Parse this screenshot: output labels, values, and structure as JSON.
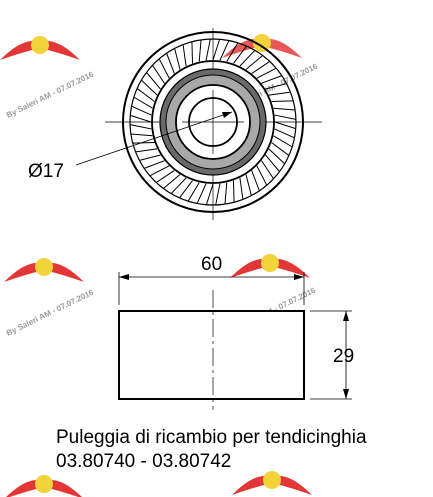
{
  "dimensions": {
    "diameter": "Ø17",
    "width": "60",
    "height": "29"
  },
  "caption": {
    "line1": "Puleggia di ricambio per tendicinghia",
    "line2": "03.80740 - 03.80742"
  },
  "watermark": {
    "text": "By Saleri AM - 07.07.2016"
  },
  "colors": {
    "line": "#000000",
    "logo_red": "#e02020",
    "logo_yellow": "#f2d43a",
    "watermark_gray": "#9a9a9a"
  }
}
